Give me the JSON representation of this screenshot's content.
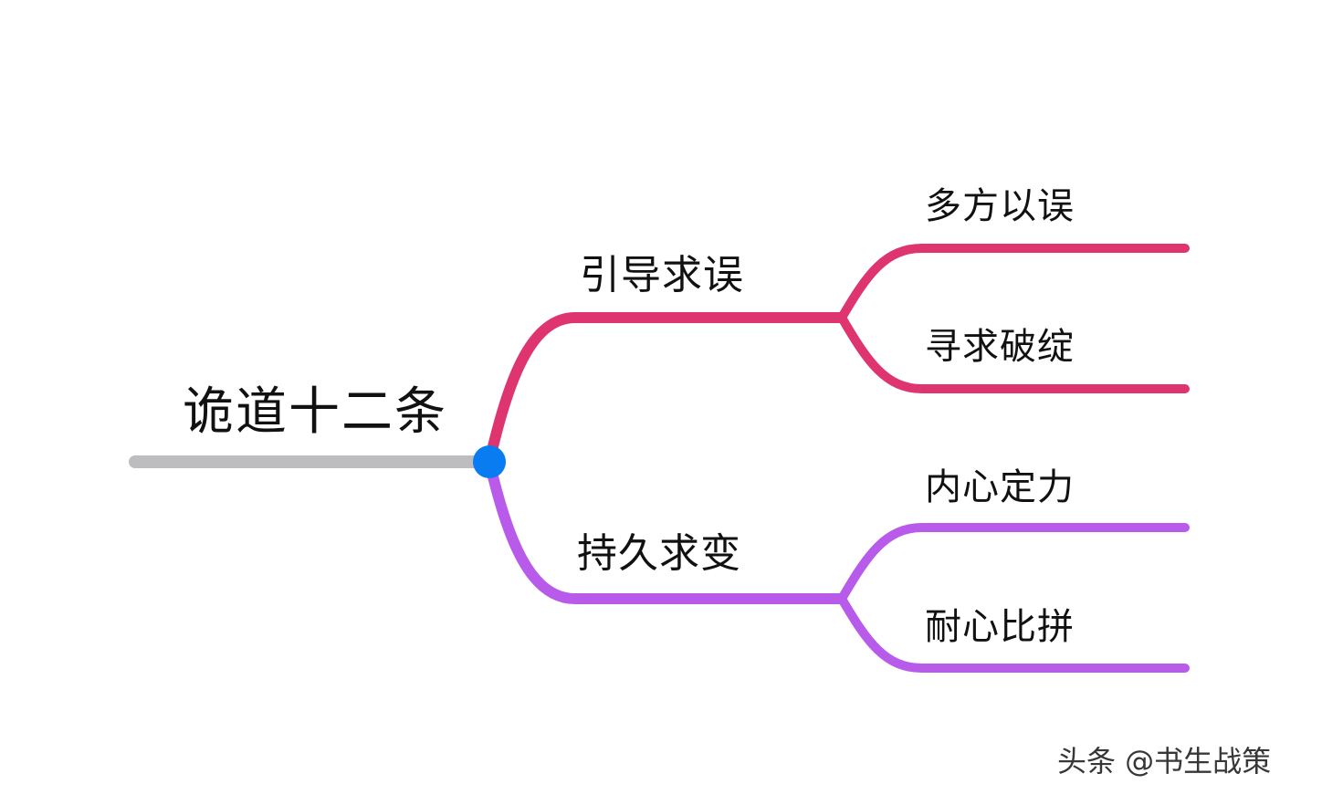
{
  "root": {
    "label": "诡道十二条",
    "line_color": "#bdbcbe",
    "node_color": "#0a7cf2"
  },
  "branches": [
    {
      "label": "引导求误",
      "color": "#de3570",
      "children": [
        {
          "label": "多方以误"
        },
        {
          "label": "寻求破绽"
        }
      ]
    },
    {
      "label": "持久求变",
      "color": "#b95bea",
      "children": [
        {
          "label": "内心定力"
        },
        {
          "label": "耐心比拼"
        }
      ]
    }
  ],
  "watermark": {
    "text": "头条 @书生战策"
  }
}
